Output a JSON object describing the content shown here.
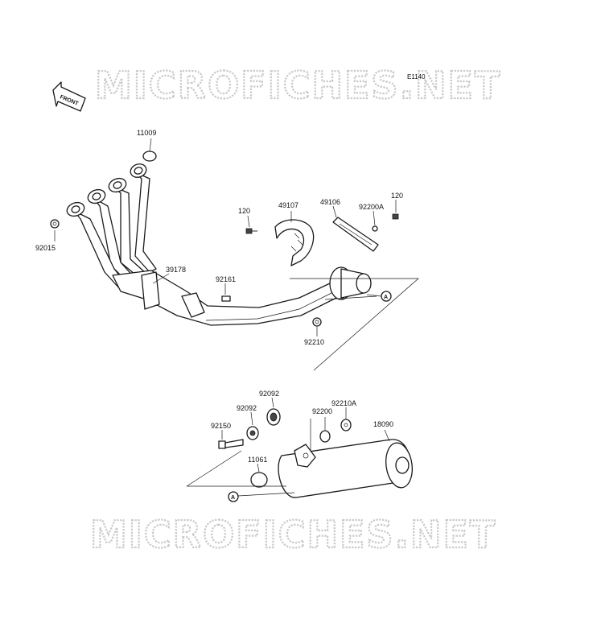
{
  "diagram": {
    "code": "E1140",
    "watermark": "MICROFICHES.NET",
    "front_arrow_label": "FRONT",
    "reference_marker": "A",
    "callouts": {
      "p11009": "11009",
      "p92015": "92015",
      "p39178": "39178",
      "p92161": "92161",
      "p120a": "120",
      "p49107": "49107",
      "p49106": "49106",
      "p92200A": "92200A",
      "p120b": "120",
      "p92210": "92210",
      "p92092a": "92092",
      "p92092b": "92092",
      "p92150": "92150",
      "p92200": "92200",
      "p92210A": "92210A",
      "p18090": "18090",
      "p11061": "11061"
    }
  }
}
